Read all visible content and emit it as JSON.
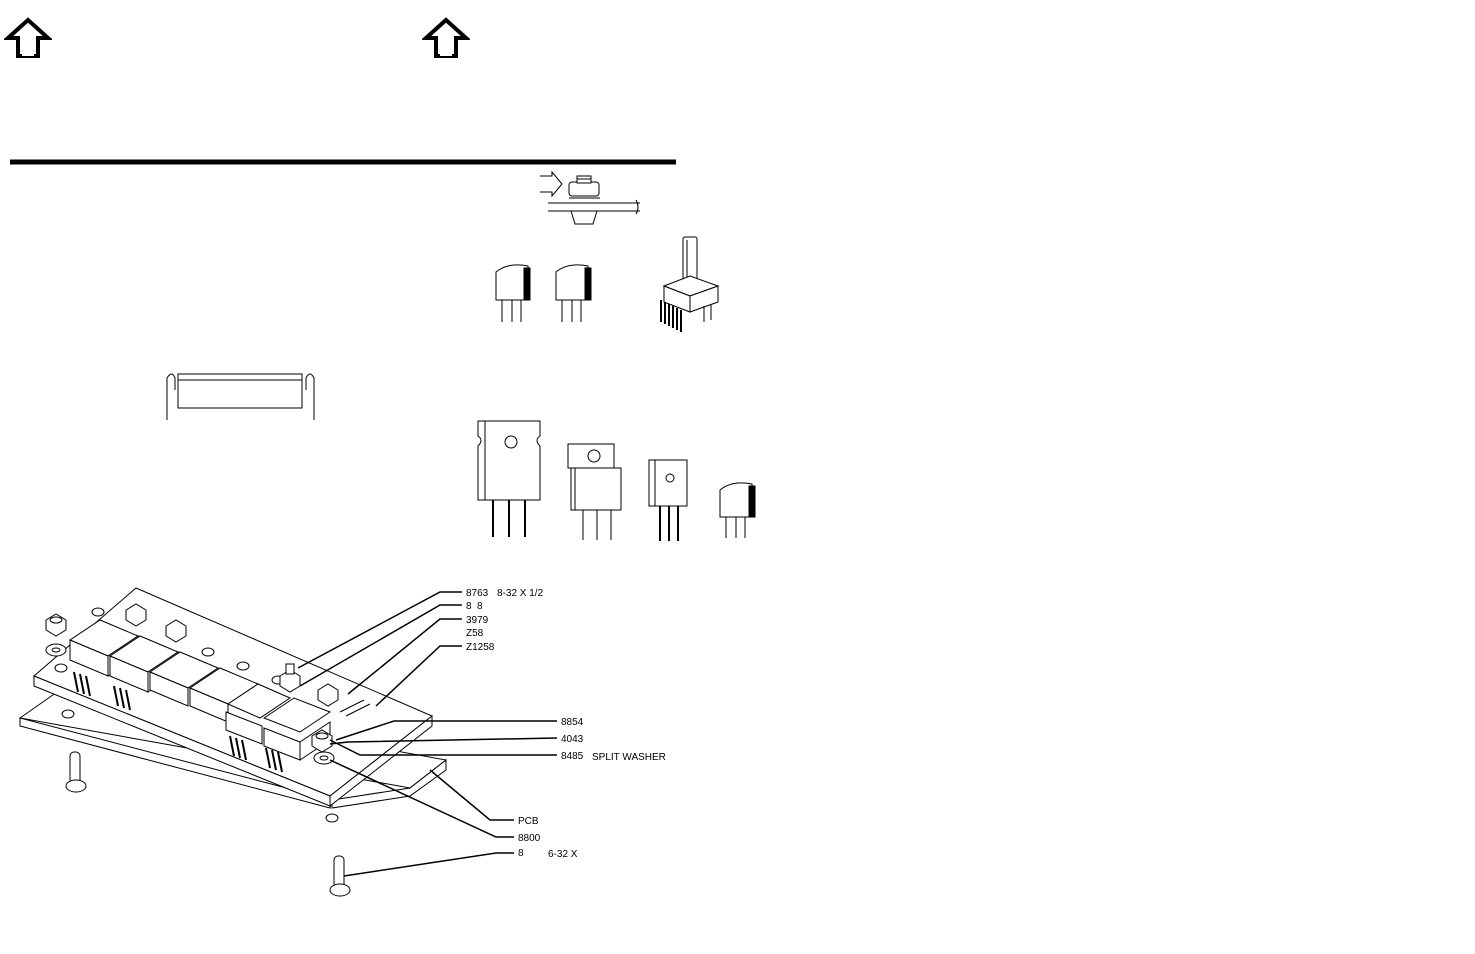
{
  "nav": {
    "left_icon": "home-up-arrow-icon",
    "right_icon": "home-up-arrow-icon"
  },
  "callouts": {
    "screw": {
      "part": "8763",
      "desc": "8-32 X 1/2"
    },
    "washer_top": {
      "part": "8",
      "desc": "8"
    },
    "item_3979": {
      "part": "3979"
    },
    "item_z58": {
      "part": "Z58"
    },
    "item_z1258": {
      "part": "Z1258"
    },
    "item_8854": {
      "part": "8854"
    },
    "item_4043": {
      "part": "4043"
    },
    "split_washer": {
      "part": "8485",
      "desc": "SPLIT WASHER"
    },
    "pcb": {
      "part": "PCB"
    },
    "item_8800": {
      "part": "8800"
    },
    "standoff": {
      "part": "8",
      "desc": "6-32 X"
    }
  },
  "colors": {
    "ink": "#000000",
    "paper": "#ffffff",
    "shade": "#dddddd"
  }
}
